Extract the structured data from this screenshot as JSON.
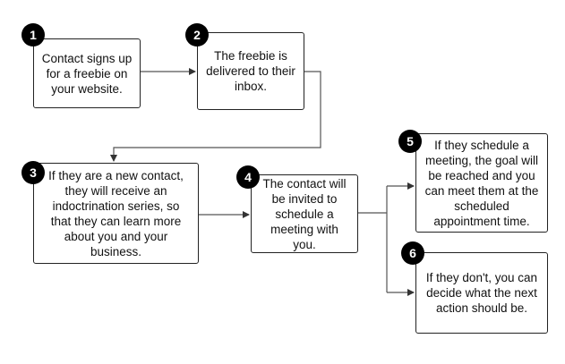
{
  "steps": [
    {
      "number": "1",
      "text": "Contact signs up for a freebie on your website."
    },
    {
      "number": "2",
      "text": "The freebie is delivered to their inbox."
    },
    {
      "number": "3",
      "text": "If they are a new contact, they will receive an indoctrination series, so that they can learn more about you and your business."
    },
    {
      "number": "4",
      "text": "The contact will be invited to schedule a meeting with you."
    },
    {
      "number": "5",
      "text": "If they schedule a meeting, the goal will be reached and you can meet them at the scheduled appointment time."
    },
    {
      "number": "6",
      "text": "If they don't, you can decide what the next action should be."
    }
  ],
  "colors": {
    "badge": "#000000",
    "line": "#555555",
    "border": "#222222"
  }
}
